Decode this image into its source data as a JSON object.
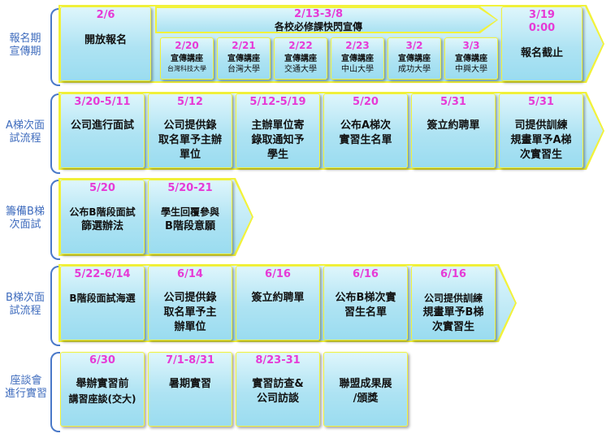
{
  "rows": [
    {
      "label_lines": [
        "報名期",
        "宣傳期"
      ]
    },
    {
      "label_lines": [
        "A梯次面",
        "試流程"
      ]
    },
    {
      "label_lines": [
        "籌備B梯",
        "次面試"
      ]
    },
    {
      "label_lines": [
        "B梯次面",
        "試流程"
      ]
    },
    {
      "label_lines": [
        "座談會",
        "進行實習"
      ]
    }
  ],
  "row1": {
    "open": {
      "date": "2/6",
      "text": "開放報名"
    },
    "banner": {
      "date": "2/13-3/8",
      "text": "各校必修課快閃宣傳"
    },
    "close": {
      "date": "3/19",
      "time": "0:00",
      "text": "報名截止"
    },
    "talks": [
      {
        "date": "2/20",
        "title": "宣傳講座",
        "school": "台灣科技大學"
      },
      {
        "date": "2/21",
        "title": "宣傳講座",
        "school": "台灣大學"
      },
      {
        "date": "2/22",
        "title": "宣傳講座",
        "school": "交通大學"
      },
      {
        "date": "2/23",
        "title": "宣傳講座",
        "school": "中山大學"
      },
      {
        "date": "3/2",
        "title": "宣傳講座",
        "school": "成功大學"
      },
      {
        "date": "3/3",
        "title": "宣傳講座",
        "school": "中興大學"
      }
    ]
  },
  "row2": [
    {
      "date": "3/20-5/11",
      "lines": [
        "公司進行面試"
      ]
    },
    {
      "date": "5/12",
      "lines": [
        "公司提供錄",
        "取名單予主辦",
        "單位"
      ]
    },
    {
      "date": "5/12-5/19",
      "lines": [
        "主辦單位寄",
        "錄取通知予",
        "學生"
      ]
    },
    {
      "date": "5/20",
      "lines": [
        "公布A梯次",
        "實習生名單"
      ]
    },
    {
      "date": "5/31",
      "lines": [
        "簽立約聘單"
      ]
    },
    {
      "date": "5/31",
      "lines": [
        "司提供訓練",
        "規畫單予A梯",
        "次實習生"
      ]
    }
  ],
  "row3": [
    {
      "date": "5/20",
      "lines": [
        "公布B階段面試",
        "篩選辦法"
      ]
    },
    {
      "date": "5/20-21",
      "lines": [
        "學生回覆參與",
        "B階段意願"
      ]
    }
  ],
  "row4": [
    {
      "date": "5/22-6/14",
      "lines": [
        "B階段面試海選"
      ]
    },
    {
      "date": "6/14",
      "lines": [
        "公司提供錄",
        "取名單予主",
        "辦單位"
      ]
    },
    {
      "date": "6/16",
      "lines": [
        "簽立約聘單"
      ]
    },
    {
      "date": "6/16",
      "lines": [
        "公布B梯次實",
        "習生名單"
      ]
    },
    {
      "date": "6/16",
      "lines": [
        "公司提供訓練",
        "規畫單予B梯",
        "次實習生"
      ]
    }
  ],
  "row5": [
    {
      "date": "6/30",
      "lines": [
        "舉辦實習前",
        "講習座談(交大)"
      ]
    },
    {
      "date": "7/1-8/31",
      "lines": [
        "暑期實習"
      ]
    },
    {
      "date": "8/23-31",
      "lines": [
        "實習訪查&",
        "公司訪談"
      ]
    },
    {
      "date": "",
      "lines": [
        "聯盟成果展",
        "/頒獎"
      ]
    }
  ]
}
